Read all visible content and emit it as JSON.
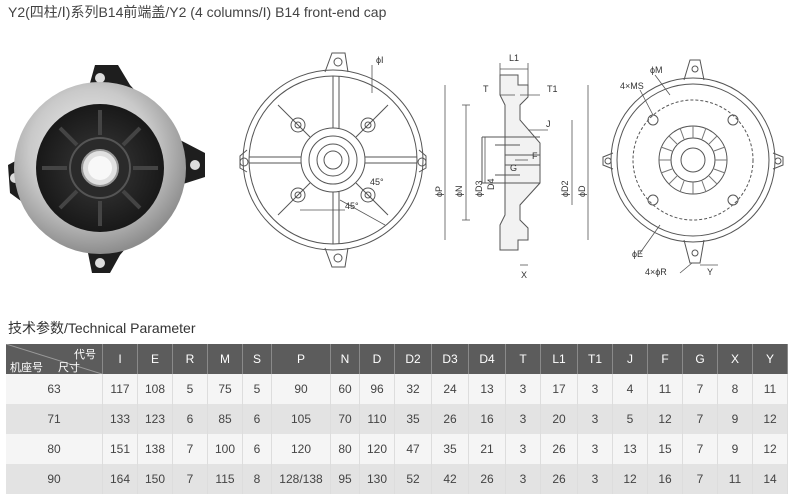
{
  "page": {
    "title": "Y2(四柱/Ⅰ)系列B14前端盖/Y2 (4 columns/I) B14 front-end cap",
    "section_title": "技术参数/Technical Parameter"
  },
  "drawing_labels": {
    "phi_I": "ϕI",
    "angle_a": "45°",
    "angle_b": "45°",
    "L1": "L1",
    "T": "T",
    "T1": "T1",
    "J": "J",
    "F": "F",
    "G": "G",
    "X": "X",
    "phi_P": "ϕP",
    "phi_N": "ϕN",
    "phi_D3": "ϕD3",
    "D4": "D4",
    "phi_D2": "ϕD2",
    "phi_D": "ϕD",
    "phi_M": "ϕM",
    "four_MS": "4×MS",
    "phi_E": "ϕE",
    "four_phi_R": "4×ϕR",
    "Y": "Y"
  },
  "table": {
    "corner": {
      "code": "代号",
      "size": "尺寸",
      "frame": "机座号"
    },
    "columns": [
      "I",
      "E",
      "R",
      "M",
      "S",
      "P",
      "N",
      "D",
      "D2",
      "D3",
      "D4",
      "T",
      "L1",
      "T1",
      "J",
      "F",
      "G",
      "X",
      "Y"
    ],
    "rows": [
      {
        "frame": "63",
        "values": [
          "117",
          "108",
          "5",
          "75",
          "5",
          "90",
          "60",
          "96",
          "32",
          "24",
          "13",
          "3",
          "17",
          "3",
          "4",
          "11",
          "7",
          "8",
          "11"
        ]
      },
      {
        "frame": "71",
        "values": [
          "133",
          "123",
          "6",
          "85",
          "6",
          "105",
          "70",
          "110",
          "35",
          "26",
          "16",
          "3",
          "20",
          "3",
          "5",
          "12",
          "7",
          "9",
          "12"
        ]
      },
      {
        "frame": "80",
        "values": [
          "151",
          "138",
          "7",
          "100",
          "6",
          "120",
          "80",
          "120",
          "47",
          "35",
          "21",
          "3",
          "26",
          "3",
          "13",
          "15",
          "7",
          "9",
          "12"
        ]
      },
      {
        "frame": "90",
        "values": [
          "164",
          "150",
          "7",
          "115",
          "8",
          "128/138",
          "95",
          "130",
          "52",
          "42",
          "26",
          "3",
          "26",
          "3",
          "12",
          "16",
          "7",
          "11",
          "14"
        ]
      }
    ]
  },
  "colors": {
    "header_bg": "#5c5c5c",
    "row_light": "#f5f5f5",
    "row_dark": "#e3e3e3",
    "line": "#555555"
  },
  "icons": [
    "end-cap-photo",
    "front-view-drawing",
    "section-view-drawing",
    "rear-view-drawing"
  ]
}
